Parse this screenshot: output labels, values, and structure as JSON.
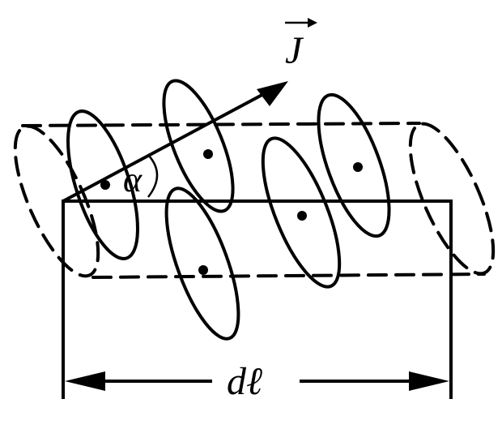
{
  "labels": {
    "vector": "J",
    "angle": "α",
    "length": "dℓ"
  },
  "colors": {
    "ink": "#000000",
    "background": "#ffffff"
  }
}
